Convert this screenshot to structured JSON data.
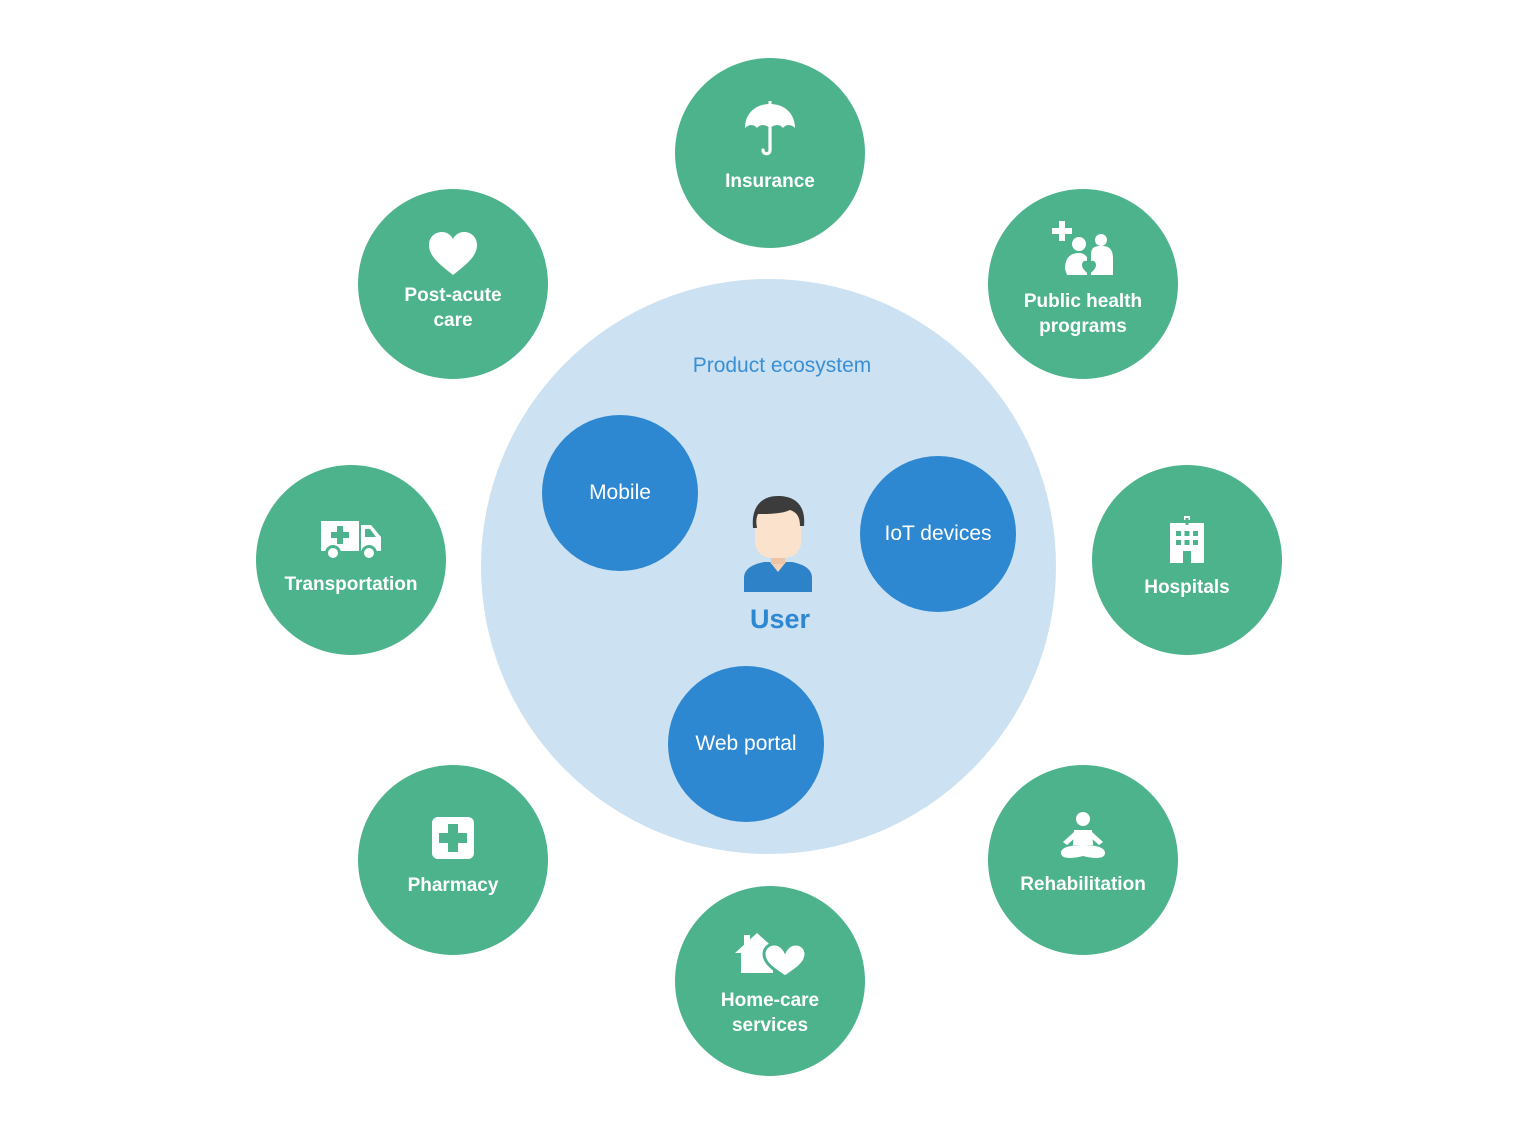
{
  "ecosystem": {
    "label": "Product ecosystem",
    "user_label": "User",
    "channels": [
      {
        "label": "Mobile"
      },
      {
        "label": "IoT devices"
      },
      {
        "label": "Web portal"
      }
    ]
  },
  "partners": [
    {
      "label": "Insurance",
      "icon": "umbrella-icon"
    },
    {
      "label": "Public health\nprograms",
      "icon": "family-health-icon"
    },
    {
      "label": "Post-acute\ncare",
      "icon": "heart-icon"
    },
    {
      "label": "Transportation",
      "icon": "ambulance-icon"
    },
    {
      "label": "Hospitals",
      "icon": "hospital-building-icon"
    },
    {
      "label": "Pharmacy",
      "icon": "medical-cross-icon"
    },
    {
      "label": "Rehabilitation",
      "icon": "meditation-icon"
    },
    {
      "label": "Home-care\nservices",
      "icon": "home-heart-icon"
    }
  ],
  "colors": {
    "partner_green": "#4db38d",
    "channel_blue": "#2d88d1",
    "ecosystem_fill": "#cce1f1",
    "label_blue": "#3a8fd4"
  }
}
